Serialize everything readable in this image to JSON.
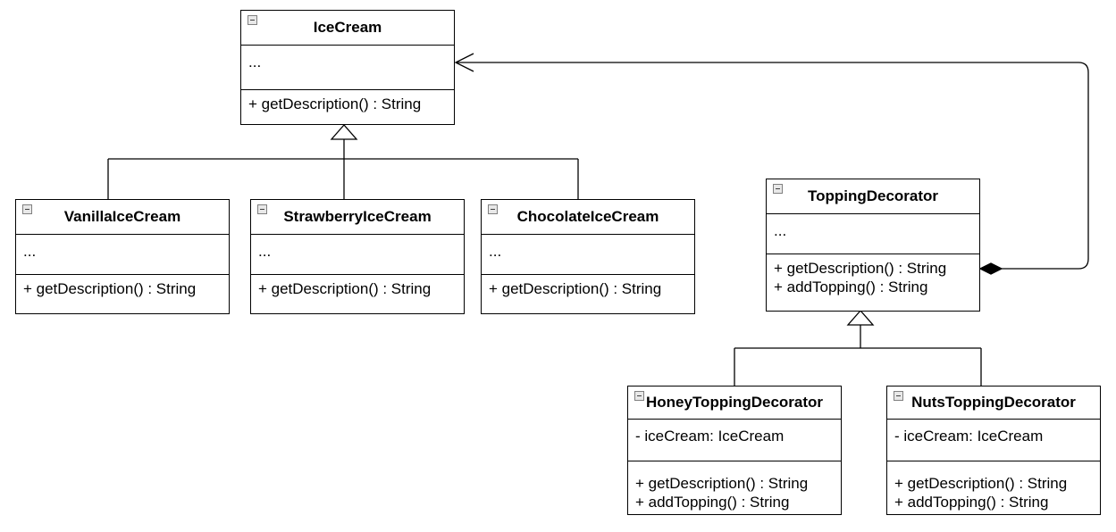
{
  "classes": {
    "icecream": {
      "name": "IceCream",
      "attrs": [
        "..."
      ],
      "ops": [
        "+ getDescription() : String"
      ]
    },
    "vanilla": {
      "name": "VanillaIceCream",
      "attrs": [
        "..."
      ],
      "ops": [
        "+ getDescription() : String"
      ]
    },
    "strawberry": {
      "name": "StrawberryIceCream",
      "attrs": [
        "..."
      ],
      "ops": [
        "+ getDescription() : String"
      ]
    },
    "chocolate": {
      "name": "ChocolateIceCream",
      "attrs": [
        "..."
      ],
      "ops": [
        "+ getDescription() : String"
      ]
    },
    "topping": {
      "name": "ToppingDecorator",
      "attrs": [
        "..."
      ],
      "ops": [
        "+ getDescription() : String",
        "+ addTopping() : String"
      ]
    },
    "honey": {
      "name": "HoneyToppingDecorator",
      "attrs": [
        "- iceCream: IceCream"
      ],
      "ops": [
        "+ getDescription() : String",
        "+ addTopping() : String"
      ]
    },
    "nuts": {
      "name": "NutsToppingDecorator",
      "attrs": [
        "- iceCream: IceCream"
      ],
      "ops": [
        "+ getDescription() : String",
        "+ addTopping() : String"
      ]
    }
  },
  "colors": {
    "line": "#000000",
    "background": "#ffffff",
    "collapse_icon": "#e8e8e8"
  },
  "icons": {
    "collapse": "collapse-minus-icon"
  }
}
